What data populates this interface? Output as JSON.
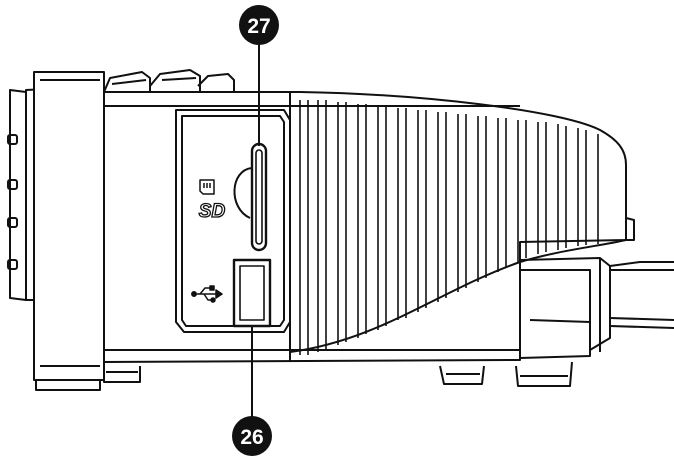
{
  "callouts": {
    "sd_slot": {
      "number": "27"
    },
    "usb_port": {
      "number": "26"
    }
  },
  "labels": {
    "sd_logo": "SD"
  },
  "icons": {
    "sd_card": "sd-card-icon",
    "usb": "usb-icon"
  },
  "colors": {
    "line": "#111111",
    "callout_fill": "#111111",
    "background": "#ffffff"
  }
}
